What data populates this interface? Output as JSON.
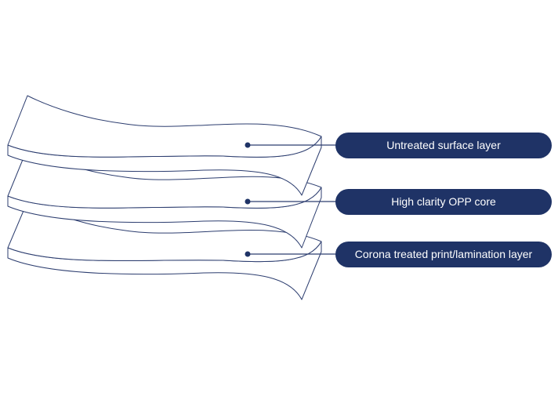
{
  "colors": {
    "accent": "#1f3366",
    "outline": "#2c3d6f",
    "background": "#ffffff"
  },
  "layers": [
    {
      "label": "Untreated surface layer"
    },
    {
      "label": "High clarity OPP core"
    },
    {
      "label": "Corona treated print/lamination layer"
    }
  ]
}
